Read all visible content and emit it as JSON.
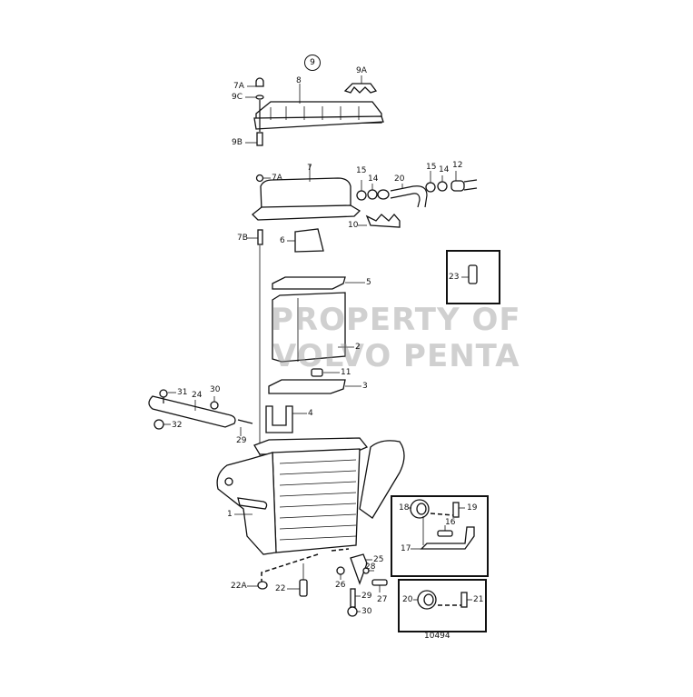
{
  "diagram": {
    "title_group": "9",
    "drawing_number": "10494",
    "watermark": {
      "line1": "PROPERTY OF",
      "line2": "VOLVO PENTA"
    },
    "labels": [
      {
        "id": "9A",
        "text": "9A"
      },
      {
        "id": "7A_top",
        "text": "7A"
      },
      {
        "id": "9C",
        "text": "9C"
      },
      {
        "id": "8",
        "text": "8"
      },
      {
        "id": "9B",
        "text": "9B"
      },
      {
        "id": "7A_mid",
        "text": "7A"
      },
      {
        "id": "7",
        "text": "7"
      },
      {
        "id": "15a",
        "text": "15"
      },
      {
        "id": "14a",
        "text": "14"
      },
      {
        "id": "20a",
        "text": "20"
      },
      {
        "id": "15b",
        "text": "15"
      },
      {
        "id": "14b",
        "text": "14"
      },
      {
        "id": "12",
        "text": "12"
      },
      {
        "id": "10",
        "text": "10"
      },
      {
        "id": "7B",
        "text": "7B"
      },
      {
        "id": "6",
        "text": "6"
      },
      {
        "id": "5",
        "text": "5"
      },
      {
        "id": "23",
        "text": "23"
      },
      {
        "id": "2",
        "text": "2"
      },
      {
        "id": "11",
        "text": "11"
      },
      {
        "id": "3",
        "text": "3"
      },
      {
        "id": "4",
        "text": "4"
      },
      {
        "id": "31",
        "text": "31"
      },
      {
        "id": "30a",
        "text": "30"
      },
      {
        "id": "24",
        "text": "24"
      },
      {
        "id": "32",
        "text": "32"
      },
      {
        "id": "29a",
        "text": "29"
      },
      {
        "id": "1",
        "text": "1"
      },
      {
        "id": "18",
        "text": "18"
      },
      {
        "id": "19",
        "text": "19"
      },
      {
        "id": "16",
        "text": "16"
      },
      {
        "id": "17",
        "text": "17"
      },
      {
        "id": "25",
        "text": "25"
      },
      {
        "id": "28",
        "text": "28"
      },
      {
        "id": "26",
        "text": "26"
      },
      {
        "id": "29b",
        "text": "29"
      },
      {
        "id": "27",
        "text": "27"
      },
      {
        "id": "30b",
        "text": "30"
      },
      {
        "id": "22A",
        "text": "22A"
      },
      {
        "id": "22",
        "text": "22"
      },
      {
        "id": "20b",
        "text": "20"
      },
      {
        "id": "21",
        "text": "21"
      }
    ]
  }
}
